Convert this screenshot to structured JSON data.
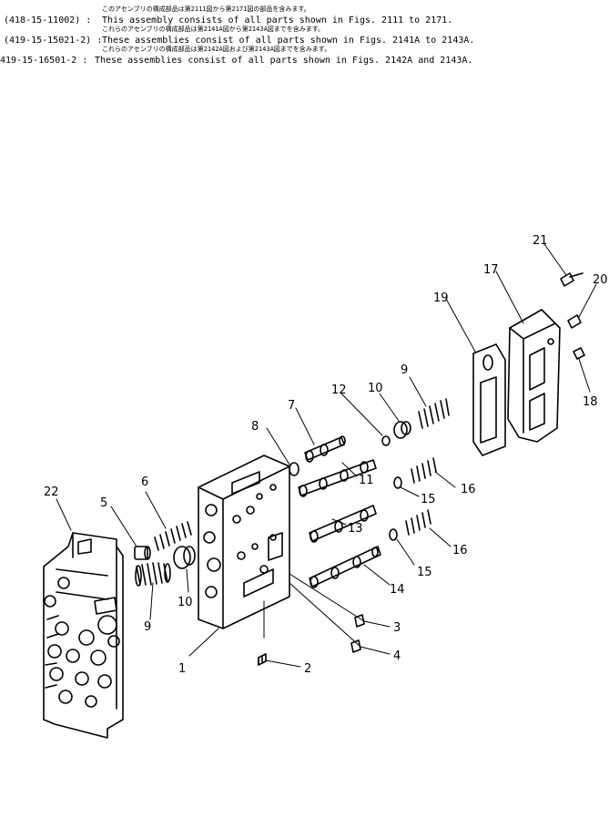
{
  "notes": [
    {
      "jp": "このアセンブリの構成部品は第2111図から第2171図の部品を含みます。",
      "code": "(418-15-11002) :",
      "text": "This assembly consists of all parts shown in Figs. 2111 to 2171."
    },
    {
      "jp": "これらのアセンブリの構成部品は第2141A図から第2143A図までを含みます。",
      "code": "(419-15-15021-2) :",
      "text": "These assemblies consist of all parts shown in Figs. 2141A to 2143A."
    },
    {
      "jp": "これらのアセンブリの構成部品は第2142A図および第2143A図までを含みます。",
      "code": "419-15-16501-2 :",
      "text": "These assemblies consist of all parts shown in Figs. 2142A and 2143A."
    }
  ],
  "callouts": {
    "n1": "1",
    "n2": "2",
    "n3": "3",
    "n4": "4",
    "n5": "5",
    "n6": "6",
    "n7": "7",
    "n8": "8",
    "n9a": "9",
    "n9b": "9",
    "n10a": "10",
    "n10b": "10",
    "n11": "11",
    "n12": "12",
    "n13": "13",
    "n14": "14",
    "n15a": "15",
    "n15b": "15",
    "n16a": "16",
    "n16b": "16",
    "n17": "17",
    "n18": "18",
    "n19": "19",
    "n20": "20",
    "n21": "21",
    "n22": "22"
  }
}
